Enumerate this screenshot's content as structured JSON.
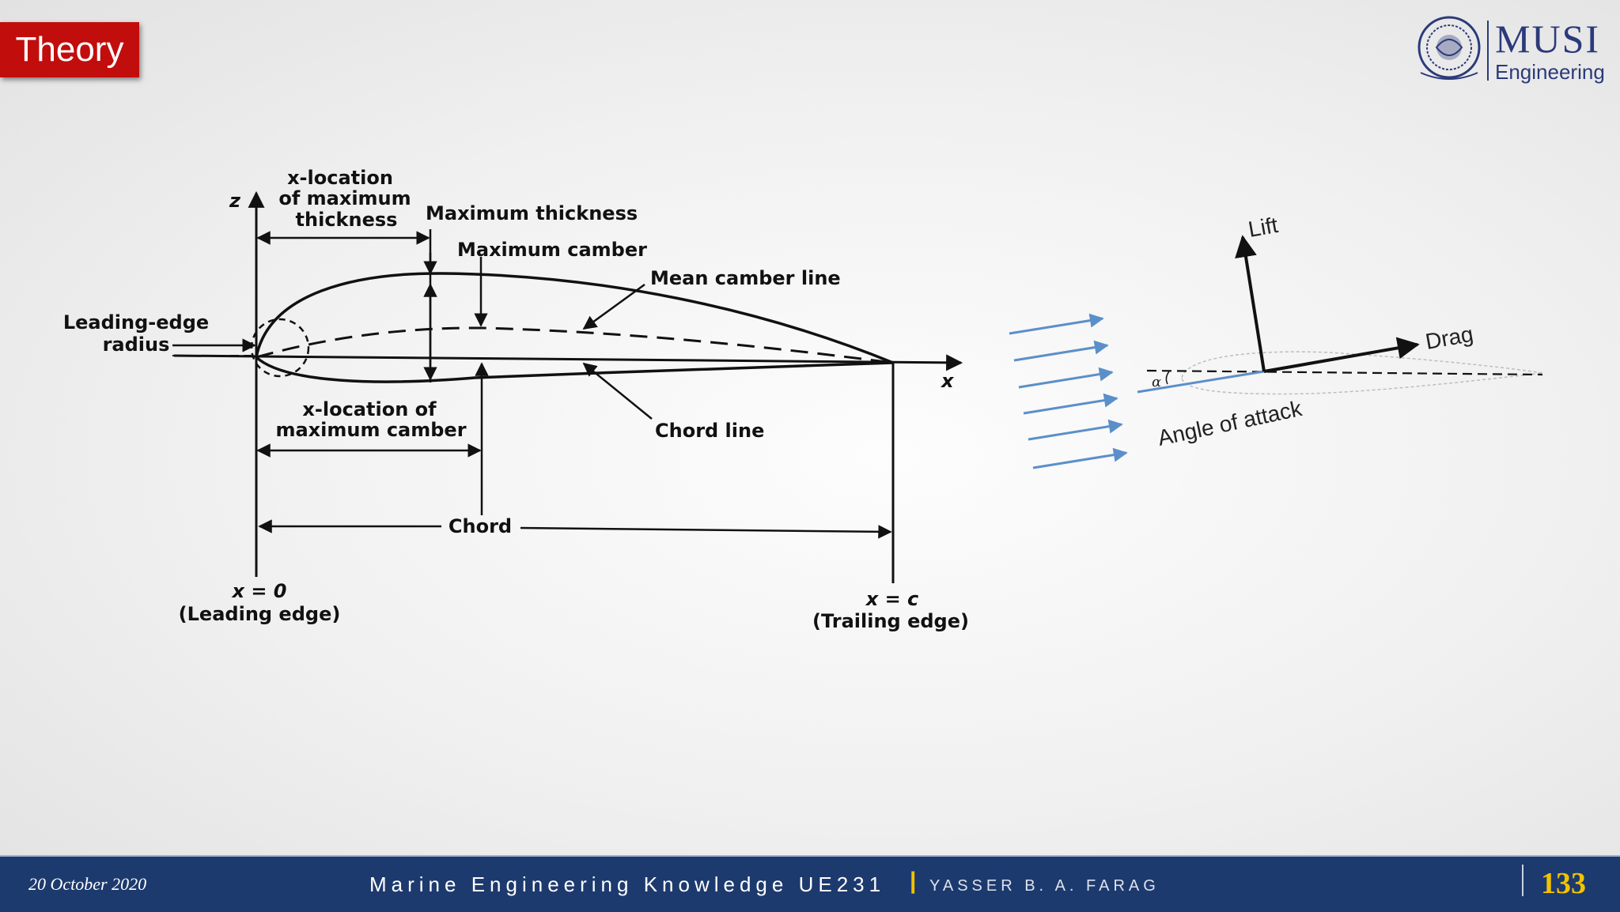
{
  "slide": {
    "section_tag": "Theory",
    "logo": {
      "name": "MUSI",
      "subtitle": "Engineering"
    }
  },
  "airfoil_diagram": {
    "axis_z": "z",
    "axis_x": "x",
    "x_loc_max_thickness": [
      "x-location",
      "of maximum",
      "thickness"
    ],
    "max_thickness": "Maximum thickness",
    "max_camber": "Maximum camber",
    "mean_camber_line": "Mean camber line",
    "leading_edge_radius": [
      "Leading-edge",
      "radius"
    ],
    "x_loc_max_camber": [
      "x-location of",
      "maximum camber"
    ],
    "chord_line": "Chord line",
    "chord": "Chord",
    "x_zero": "x = 0",
    "leading_edge": "(Leading edge)",
    "x_c": "x = c",
    "trailing_edge": "(Trailing edge)"
  },
  "forces_diagram": {
    "lift": "Lift",
    "drag": "Drag",
    "alpha": "α",
    "angle_of_attack": "Angle of attack"
  },
  "footer": {
    "date": "20 October 2020",
    "course": "Marine Engineering Knowledge UE231",
    "separator": "|",
    "author": "YASSER B. A. FARAG",
    "page": "133"
  },
  "colors": {
    "tag_red": "#c20d0d",
    "footer_blue": "#1d3a6e",
    "page_gold": "#f2c200",
    "flow_arrow_blue": "#5b8fc9"
  }
}
